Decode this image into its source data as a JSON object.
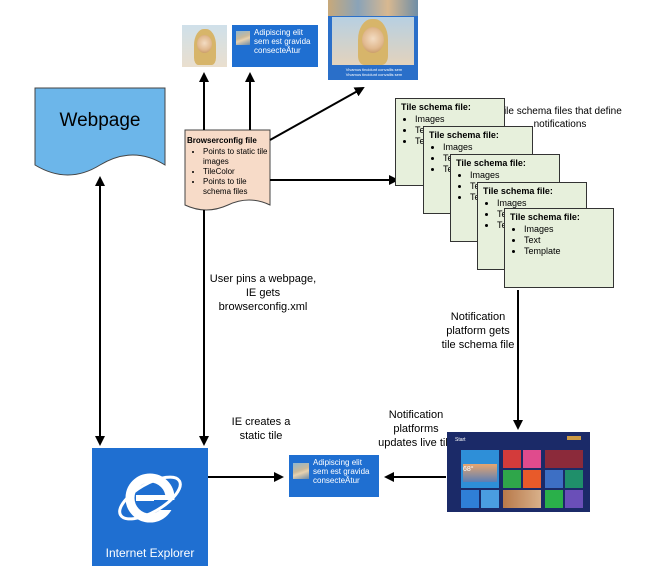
{
  "webpage": {
    "label": "Webpage"
  },
  "browserconfig": {
    "title": "Browserconfig file",
    "items": [
      "Points to static tile images",
      "TileColor",
      "Points to tile schema files"
    ]
  },
  "tile_schema": {
    "title": "Tile schema file:",
    "items": [
      "Images",
      "Text",
      "Template"
    ],
    "caption": "Tile schema files that define notifications"
  },
  "small_tile": {
    "text": "Adipiscing elit sem est gravida consecteÂtur"
  },
  "wide_tile": {
    "caption_line1": "Vivamus tincidunt convallis sem",
    "caption_line2": "Vivamus tincidunt convallis sem"
  },
  "annotations": {
    "user_pins": "User pins a webpage, IE gets browserconfig.xml",
    "notification_gets": "Notification platform gets tile schema file",
    "ie_creates": "IE creates a static tile",
    "notification_updates": "Notification platforms updates live tile"
  },
  "ie_tile": {
    "label": "Internet Explorer",
    "accent": "#1f6fd1"
  },
  "start_screen": {
    "label": "Start",
    "temp": "68°"
  },
  "colors": {
    "webpage_fill": "#6cb6ea",
    "browserconfig_fill": "#f7dbc8",
    "schema_fill": "#e7f0dc",
    "tile_blue": "#1f6fd1"
  }
}
